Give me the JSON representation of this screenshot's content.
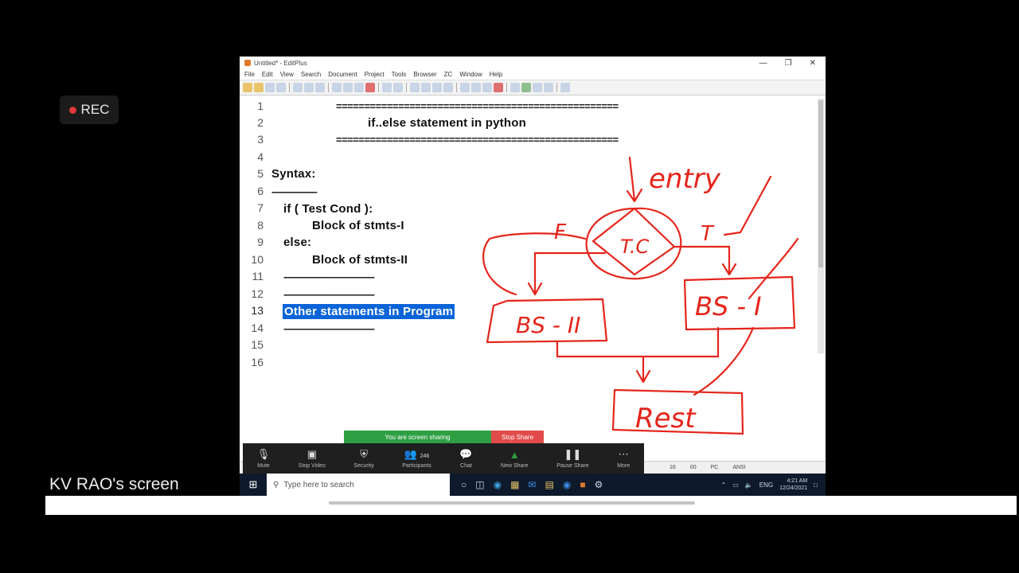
{
  "recording": {
    "label": "REC"
  },
  "presenter": {
    "label": "KV RAO's screen"
  },
  "window": {
    "title": "Untitled* - EditPlus",
    "menu": [
      "File",
      "Edit",
      "View",
      "Search",
      "Document",
      "Project",
      "Tools",
      "Browser",
      "ZC",
      "Window",
      "Help"
    ]
  },
  "editor": {
    "line_numbers": [
      "1",
      "2",
      "3",
      "4",
      "5",
      "6",
      "7",
      "8",
      "9",
      "10",
      "11",
      "12",
      "13",
      "14",
      "15",
      "16"
    ],
    "lines": {
      "l1": "==================================================",
      "l2": "if..else statement in python",
      "l3": "==================================================",
      "l5": "Syntax:",
      "l6": "-------------------",
      "l7": "if ( Test Cond ):",
      "l8": "Block of stmts-I",
      "l9": "else:",
      "l10": "Block of stmts-II",
      "l11": "--------------------------------------",
      "l12": "--------------------------------------",
      "l13": "Other statements in Program",
      "l14": "--------------------------------------"
    }
  },
  "status_bar": {
    "col": "16",
    "row": "00",
    "mode": "PC",
    "encoding": "ANSI"
  },
  "screen_share": {
    "sharing_label": "You are screen sharing",
    "stop_label": "Stop Share"
  },
  "zoom_controls": {
    "mute": "Mute",
    "stop_video": "Stop Video",
    "security": "Security",
    "participants": "Participants",
    "participants_count": "246",
    "chat": "Chat",
    "new_share": "New Share",
    "pause_share": "Pause Share",
    "more": "More"
  },
  "taskbar": {
    "search_placeholder": "Type here to search",
    "language": "ENG",
    "time": "4:21 AM",
    "date": "12/24/2021"
  },
  "annotations": {
    "entry": "entry",
    "test_cond": "T.C",
    "false_label": "F",
    "true_label": "T",
    "bs1": "BS - I",
    "bs2": "BS - II",
    "rest": "Rest"
  },
  "colors": {
    "ink": "#e5251b",
    "selection": "#0a64d8",
    "share_green": "#2ea043",
    "stop_red": "#e24b4b"
  }
}
